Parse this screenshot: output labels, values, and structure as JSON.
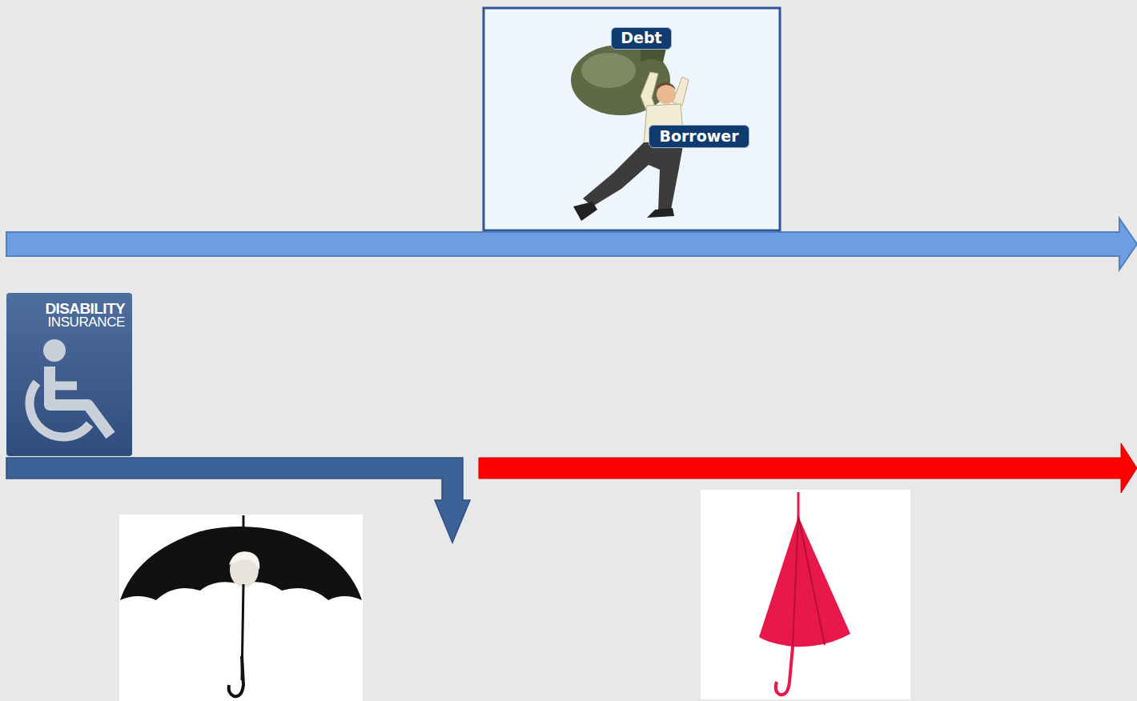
{
  "diagram": {
    "nodes": [
      {
        "text": [
          "Debt"
        ]
      },
      {
        "text": [
          "Borrower"
        ]
      },
      {
        "text": [
          "DISABILITY",
          "INSURANCE"
        ]
      }
    ]
  }
}
